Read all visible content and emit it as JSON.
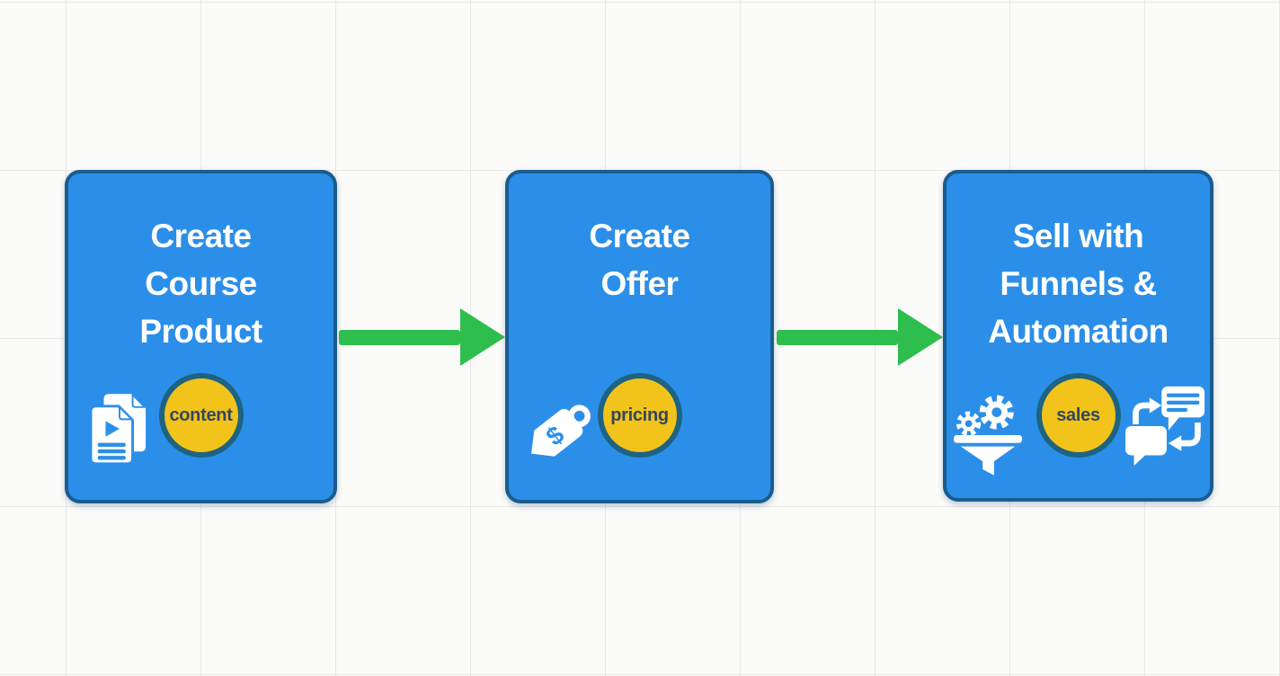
{
  "diagram": {
    "type": "flowchart",
    "background_color": "#fbfbf9",
    "grid_line_color": "#e8e8e6",
    "steps": [
      {
        "id": "create-course-product",
        "title": "Create Course Product",
        "title_lines": [
          "Create",
          "Course",
          "Product"
        ],
        "badge": {
          "label": "content"
        },
        "icons": [
          {
            "name": "course-pages-icon"
          }
        ]
      },
      {
        "id": "create-offer",
        "title": "Create Offer",
        "title_lines": [
          "Create",
          "Offer"
        ],
        "badge": {
          "label": "pricing"
        },
        "icons": [
          {
            "name": "price-tag-icon",
            "symbol": "$"
          }
        ]
      },
      {
        "id": "sell-with-funnels-automation",
        "title": "Sell with Funnels & Automation",
        "title_lines": [
          "Sell with",
          "Funnels &",
          "Automation"
        ],
        "badge": {
          "label": "sales"
        },
        "icons": [
          {
            "name": "funnel-gears-icon"
          },
          {
            "name": "chat-automation-icon"
          }
        ]
      }
    ],
    "connectors": [
      {
        "id": "arrow-1",
        "from": "create-course-product",
        "to": "create-offer",
        "direction": "right"
      },
      {
        "id": "arrow-2",
        "from": "create-offer",
        "to": "sell-with-funnels-automation",
        "direction": "right"
      }
    ],
    "colors": {
      "box_fill": "#2b8fe9",
      "box_border": "#1a5c8f",
      "arrow_green": "#2ebe4d",
      "badge_fill": "#f1c31b",
      "badge_border": "#1e6382",
      "badge_text": "#33475e",
      "title_text": "#ffffff",
      "icon_color": "#ffffff"
    }
  }
}
